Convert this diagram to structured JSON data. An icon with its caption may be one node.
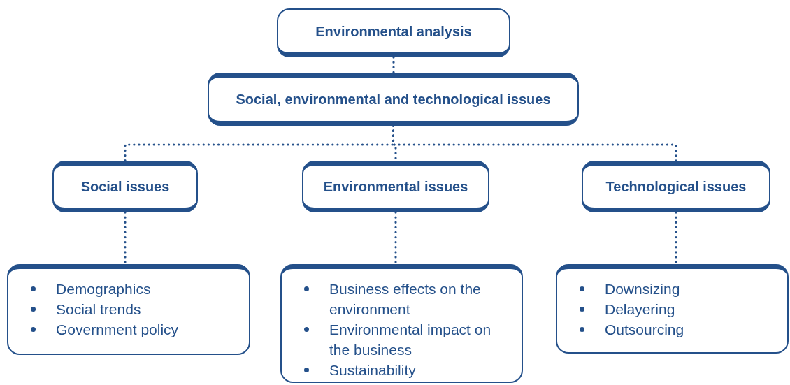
{
  "diagram": {
    "nodes": [
      {
        "text": [
          "Environmental analysis"
        ]
      },
      {
        "text": [
          "Social, environmental and technological issues"
        ]
      },
      {
        "text": [
          "Social issues"
        ]
      },
      {
        "text": [
          "Environmental issues"
        ]
      },
      {
        "text": [
          "Technological issues"
        ]
      },
      {
        "text": [
          "Demographics",
          "Social trends",
          "Government policy"
        ]
      },
      {
        "text": [
          "Business effects on the environment",
          "Environmental impact on the business",
          "Sustainability"
        ]
      },
      {
        "text": [
          "Downsizing",
          "Delayering",
          "Outsourcing"
        ]
      }
    ],
    "edges": [
      {
        "from": 0,
        "to": 1,
        "arrow": "none"
      },
      {
        "from": 1,
        "to": 2,
        "arrow": "none"
      },
      {
        "from": 1,
        "to": 3,
        "arrow": "none"
      },
      {
        "from": 1,
        "to": 4,
        "arrow": "none"
      },
      {
        "from": 2,
        "to": 5,
        "arrow": "none"
      },
      {
        "from": 3,
        "to": 6,
        "arrow": "none"
      },
      {
        "from": 4,
        "to": 7,
        "arrow": "none"
      }
    ]
  }
}
